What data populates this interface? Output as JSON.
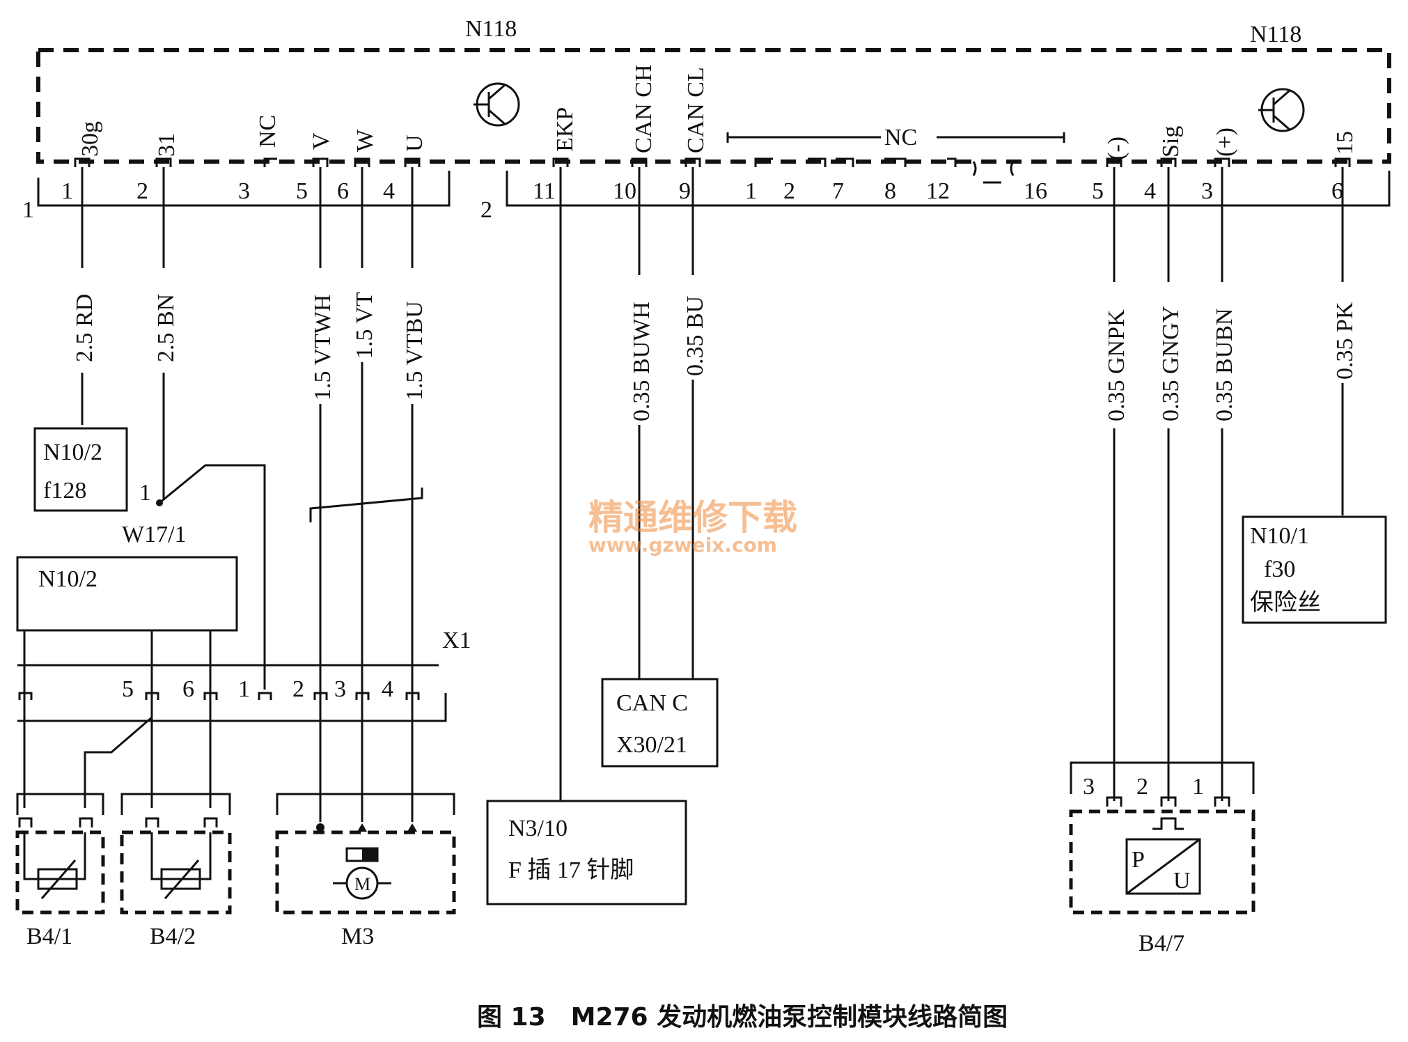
{
  "module": {
    "name_left": "N118",
    "name_right": "N118",
    "connector1_id": "1",
    "connector2_id": "2",
    "pins_c1": [
      {
        "pin": "1",
        "fn": "30g"
      },
      {
        "pin": "2",
        "fn": "31"
      },
      {
        "pin": "3",
        "fn": "NC"
      },
      {
        "pin": "5",
        "fn": "V"
      },
      {
        "pin": "6",
        "fn": "W"
      },
      {
        "pin": "4",
        "fn": "U"
      }
    ],
    "pins_c2": [
      {
        "pin": "11",
        "fn": "EKP"
      },
      {
        "pin": "10",
        "fn": "CAN CH"
      },
      {
        "pin": "9",
        "fn": "CAN CL"
      },
      {
        "pin": "1",
        "fn": ""
      },
      {
        "pin": "2",
        "fn": ""
      },
      {
        "pin": "7",
        "fn": ""
      },
      {
        "pin": "8",
        "fn": ""
      },
      {
        "pin": "12",
        "fn": ""
      },
      {
        "pin": "16",
        "fn": ""
      },
      {
        "pin": "5",
        "fn": "(-)"
      },
      {
        "pin": "4",
        "fn": "Sig"
      },
      {
        "pin": "3",
        "fn": "(+)"
      },
      {
        "pin": "6",
        "fn": "15"
      }
    ],
    "nc_group_label": "NC"
  },
  "wires": [
    {
      "label": "2.5 RD"
    },
    {
      "label": "2.5 BN"
    },
    {
      "label": "1.5 VTWH"
    },
    {
      "label": "1.5 VT"
    },
    {
      "label": "1.5 VTBU"
    },
    {
      "label": "0.35 BUWH"
    },
    {
      "label": "0.35 BU"
    },
    {
      "label": "0.35 GNPK"
    },
    {
      "label": "0.35 GNGY"
    },
    {
      "label": "0.35 BUBN"
    },
    {
      "label": "0.35 PK"
    }
  ],
  "components": {
    "fuse_f128": {
      "line1": "N10/2",
      "line2": "f128"
    },
    "ground": {
      "name": "W17/1",
      "pin": "1"
    },
    "sam": {
      "name": "N10/2"
    },
    "x1": {
      "name": "X1",
      "pins": [
        "5",
        "6",
        "1",
        "2",
        "3",
        "4"
      ]
    },
    "sensor1": {
      "name": "B4/1"
    },
    "sensor2": {
      "name": "B4/2"
    },
    "pump": {
      "name": "M3",
      "symbol": "M"
    },
    "can": {
      "line1": "CAN C",
      "line2": "X30/21"
    },
    "ecu": {
      "line1": "N3/10",
      "line2": "F 插 17 针脚"
    },
    "fuse_f30": {
      "line1": "N10/1",
      "line2": "f30",
      "line3": "保险丝"
    },
    "pressure": {
      "name": "B4/7",
      "pins": [
        "3",
        "2",
        "1"
      ],
      "p": "P",
      "u": "U"
    }
  },
  "watermark": {
    "line1": "精通维修下载",
    "line2": "www.gzweix.com"
  },
  "caption": "图 13　M276 发动机燃油泵控制模块线路简图"
}
